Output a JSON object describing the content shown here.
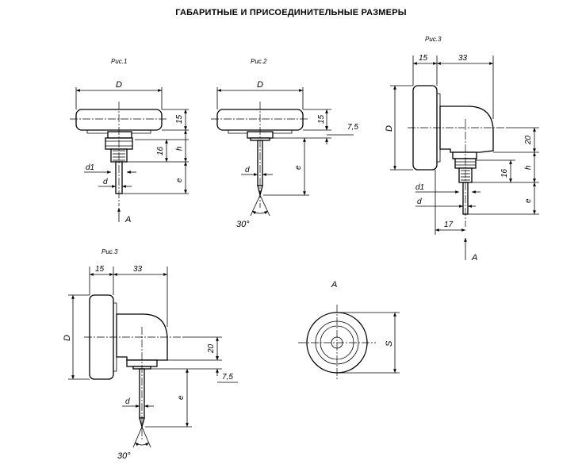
{
  "title": "ГАБАРИТНЫЕ И ПРИСОЕДИНИТЕЛЬНЫЕ РАЗМЕРЫ",
  "figures": {
    "fig1": {
      "caption": "Рис.1",
      "D": "D",
      "h15": "15",
      "h": "h",
      "h16": "16",
      "d1": "d1",
      "d": "d",
      "e": "e",
      "view": "A"
    },
    "fig2": {
      "caption": "Рис.2",
      "D": "D",
      "h15": "15",
      "off": "7,5",
      "d": "d",
      "e": "e",
      "angle": "30°"
    },
    "fig3a": {
      "caption": "Рис.3",
      "w15": "15",
      "w33": "33",
      "D": "D",
      "h20": "20",
      "h16": "16",
      "h": "h",
      "d1": "d1",
      "d": "d",
      "e": "e",
      "w17": "17",
      "view": "A"
    },
    "fig3b": {
      "caption": "Рис.3",
      "w15": "15",
      "w33": "33",
      "D": "D",
      "h20": "20",
      "off": "7,5",
      "d": "d",
      "e": "e",
      "angle": "30°"
    },
    "viewA": {
      "caption": "A",
      "S": "S"
    }
  }
}
